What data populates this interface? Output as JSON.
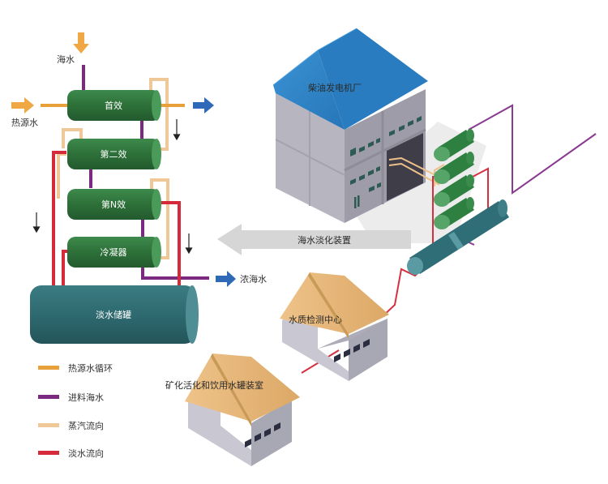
{
  "colors": {
    "hot_water": "#e8a03a",
    "feed_seawater": "#7b2a80",
    "steam": "#f0c898",
    "fresh_water": "#d42a3a",
    "vessel_green": "#2f7a3e",
    "tank_teal": "#2e6a70",
    "roof_blue": "#2f86c8",
    "roof_wood": "#e6b77a",
    "wall_gray": "#b6b4c0",
    "arrow_gray": "#d6d6d6",
    "outlet_blue": "#2f6ab8"
  },
  "process": {
    "seawater_in": "海水",
    "heat_source_in": "热源水",
    "effects": [
      "首效",
      "第二效",
      "第N效",
      "冷凝器"
    ],
    "tank": "淡水储罐",
    "brine_out": "浓海水"
  },
  "legend": [
    {
      "label": "热源水循环",
      "color_key": "hot_water"
    },
    {
      "label": "进料海水",
      "color_key": "feed_seawater"
    },
    {
      "label": "蒸汽流向",
      "color_key": "steam"
    },
    {
      "label": "淡水流向",
      "color_key": "fresh_water"
    }
  ],
  "scene": {
    "power_plant": "柴油发电机厂",
    "desal_unit_arrow": "海水淡化装置",
    "water_lab": "水质检测中心",
    "mineralization_room": "矿化活化和饮用水罐装室"
  }
}
